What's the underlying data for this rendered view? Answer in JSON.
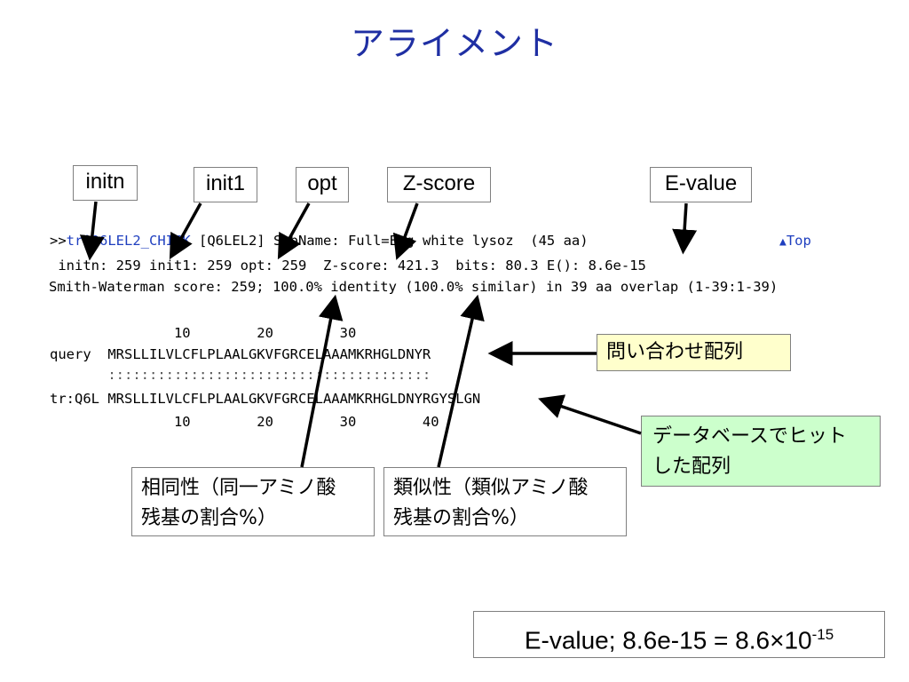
{
  "title": "アライメント",
  "labels": {
    "initn": "initn",
    "init1": "init1",
    "opt": "opt",
    "zscore": "Z-score",
    "evalue": "E-value"
  },
  "header": {
    "id_prefix": ">>",
    "id_link": "tr|Q6LEL2_CHICK",
    "description": " [Q6LEL2] SubName: Full=Egg white lysoz  (45 aa)",
    "top_link": "Top"
  },
  "scores_line": " initn: 259 init1: 259 opt: 259  Z-score: 421.3  bits: 80.3 E(): 8.6e-15",
  "sw_line": "Smith-Waterman score: 259; 100.0% identity (100.0% similar) in 39 aa overlap (1-39:1-39)",
  "alignment": {
    "ruler_top": "               10        20        30",
    "query": "query  MRSLLILVLCFLPLAALGKVFGRCELAAAMKRHGLDNYR",
    "match": "       :::::::::::::::::::::::::::::::::::::::",
    "subject": "tr:Q6L MRSLLILVLCFLPLAALGKVFGRCELAAAMKRHGLDNYRGYSLGN",
    "ruler_bottom": "               10        20        30        40"
  },
  "callouts": {
    "query_seq": "問い合わせ配列",
    "db_hit_line1": "データベースでヒット",
    "db_hit_line2": "した配列",
    "identity_line1": "相同性（同一アミノ酸",
    "identity_line2": "残基の割合%）",
    "similarity_line1": "類似性（類似アミノ酸",
    "similarity_line2": "残基の割合%）"
  },
  "evalue_note": {
    "prefix": "E-value; 8.6e-15 = 8.6×10",
    "exponent": "-15"
  },
  "colors": {
    "title": "#1f2fa3",
    "link": "#1f3fbf",
    "query_callout_bg": "#ffffcc",
    "db_callout_bg": "#ccffcc"
  }
}
